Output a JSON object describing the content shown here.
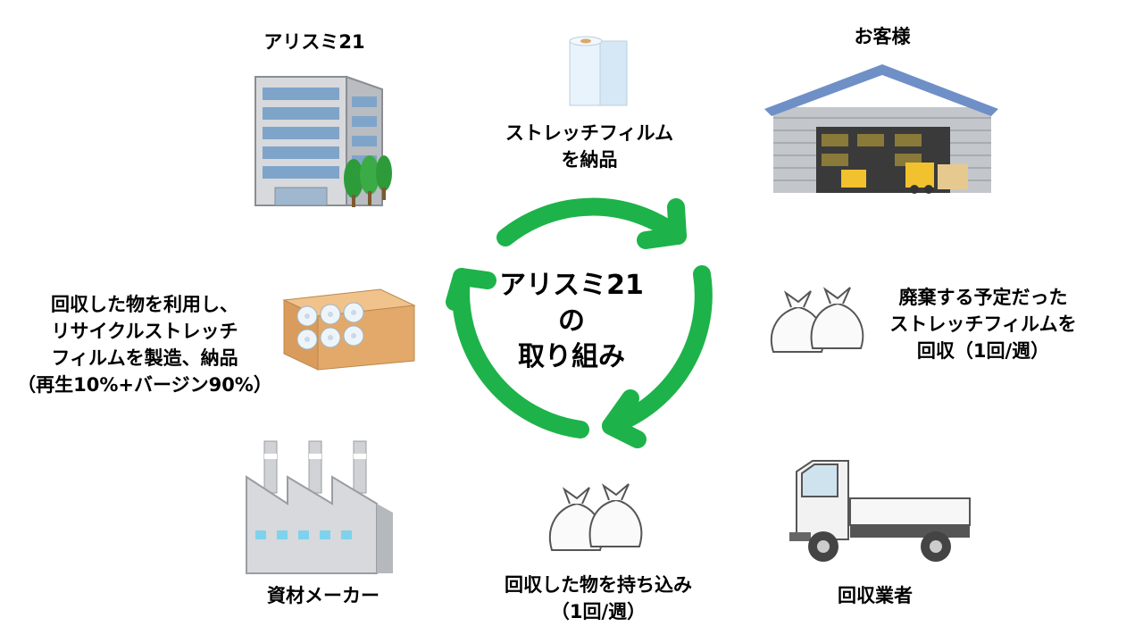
{
  "center": {
    "line1": "アリスミ21",
    "line2": "の",
    "line3": "取り組み"
  },
  "nodes": {
    "company": {
      "title": "アリスミ21"
    },
    "customer": {
      "title": "お客様"
    },
    "delivery": {
      "line1": "ストレッチフィルム",
      "line2": "を納品"
    },
    "collect": {
      "line1": "廃棄する予定だった",
      "line2": "ストレッチフィルムを",
      "line3": "回収（1回/週）"
    },
    "collector": {
      "title": "回収業者"
    },
    "bring": {
      "line1": "回収した物を持ち込み",
      "line2": "（1回/週）"
    },
    "maker": {
      "title": "資材メーカー"
    },
    "recycle": {
      "line1": "回収した物を利用し、",
      "line2": "リサイクルストレッチ",
      "line3": "フィルムを製造、納品",
      "line4": "（再生10%+バージン90%）"
    }
  },
  "colors": {
    "cycle_arrow": "#1db34a",
    "roof": "#6f8fc7",
    "tree": "#2e9b3a",
    "box": "#e3a96a"
  }
}
